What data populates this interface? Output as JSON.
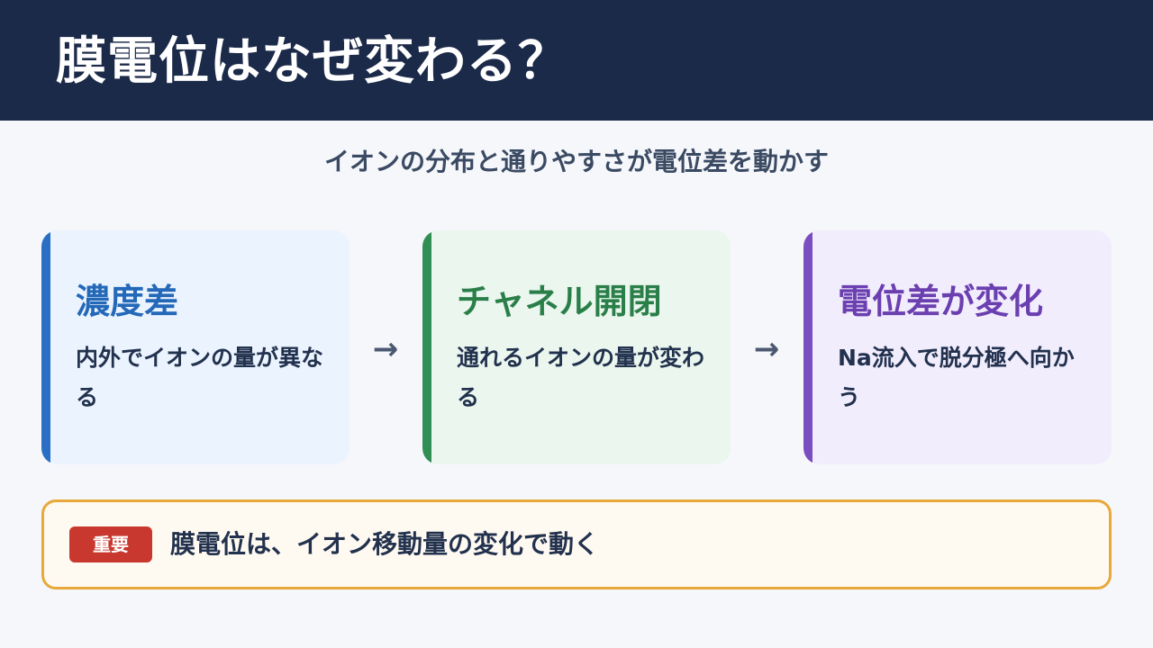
{
  "header": {
    "title": "膜電位はなぜ変わる？"
  },
  "subtitle": "イオンの分布と通りやすさが電位差を動かす",
  "steps": [
    {
      "title": "濃度差",
      "text": "内外でイオンの量が異なる",
      "accent_color": "#2a6fc4"
    },
    {
      "title": "チャネル開閉",
      "text": "通れるイオンの量が変わる",
      "accent_color": "#2f8f55"
    },
    {
      "title": "電位差が変化",
      "text": "Na流入で脱分極へ向かう",
      "accent_color": "#7a4ec1"
    }
  ],
  "arrows": [
    "→",
    "→"
  ],
  "key_point": {
    "badge": "重要",
    "text": "膜電位は、イオン移動量の変化で動く"
  }
}
